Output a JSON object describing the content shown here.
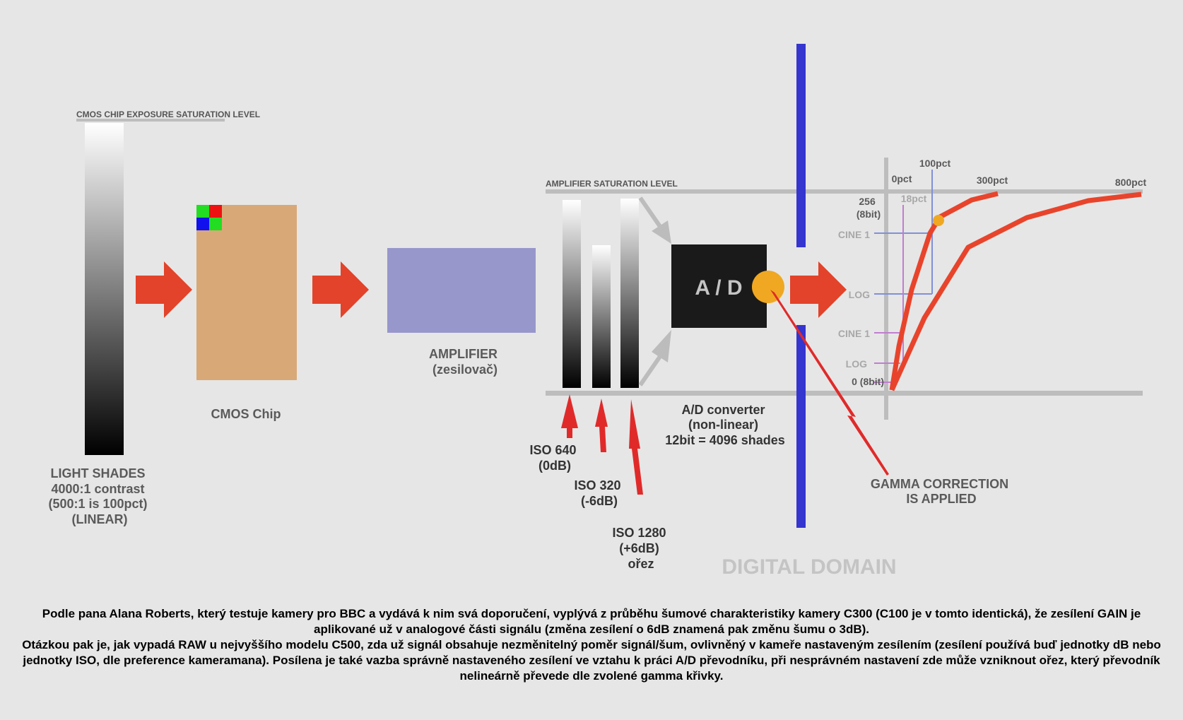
{
  "labels": {
    "cmos_saturation": "CMOS CHIP EXPOSURE SATURATION LEVEL",
    "light_shades": [
      "LIGHT SHADES",
      "4000:1 contrast",
      "(500:1 is 100pct)",
      "(LINEAR)"
    ],
    "cmos_chip": "CMOS Chip",
    "amplifier": [
      "AMPLIFIER",
      "(zesilovač)"
    ],
    "amplifier_saturation": "AMPLIFIER SATURATION LEVEL",
    "ad_block": "A / D",
    "ad_converter": [
      "A/D converter",
      "(non-linear)",
      "12bit = 4096 shades"
    ],
    "iso_640": [
      "ISO 640",
      "(0dB)"
    ],
    "iso_320": [
      "ISO 320",
      "(-6dB)"
    ],
    "iso_1280": [
      "ISO 1280",
      "(+6dB)",
      "ořez"
    ],
    "digital_domain": "DIGITAL DOMAIN",
    "gamma": [
      "GAMMA CORRECTION",
      "IS APPLIED"
    ],
    "curve": {
      "pct_100": "100pct",
      "pct_0": "0pct",
      "pct_18": "18pct",
      "pct_300": "300pct",
      "pct_800": "800pct",
      "top_value": [
        "256",
        "(8bit)"
      ],
      "cine1_upper": "CINE 1",
      "log_upper": "LOG",
      "cine1_lower": "CINE 1",
      "log_lower": "LOG",
      "zero": "0 (8bit)"
    }
  },
  "caption": {
    "paragraph1": "Podle pana Alana Roberts, který testuje kamery pro BBC a vydává k nim svá doporučení, vyplývá z průběhu šumové charakteristiky kamery C300 (C100 je v tomto identická), že zesílení GAIN je aplikované už v analogové části signálu (změna zesílení o 6dB znamená pak změnu šumu o 3dB).",
    "paragraph2": "Otázkou pak je, jak vypadá RAW u nejvyššího modelu C500, zda už signál obsahuje nezměnitelný poměr signál/šum, ovlivněný v kameře nastaveným zesílením (zesílení používá buď jednotky dB nebo jednotky ISO, dle preference kameramana). Posílena je také vazba správně nastaveného zesílení ve vztahu k práci A/D převodníku, při nesprávném nastavení zde může vzniknout ořez, který převodník nelineárně převede dle zvolené gamma křivky."
  },
  "colors": {
    "background": "#e6e6e6",
    "arrow_red": "#e2432a",
    "chip": "#d8a976",
    "amplifier": "#9797cc",
    "divider_blue": "#3535d0",
    "ad_box": "#1a1a1a",
    "orange_dot": "#f0a822",
    "curve_red": "#e8442c",
    "label_gray": "#5a5a5a",
    "light_label": "#a8a8a8",
    "pink": "#c07ed0",
    "blue_guide": "#8090d8"
  }
}
